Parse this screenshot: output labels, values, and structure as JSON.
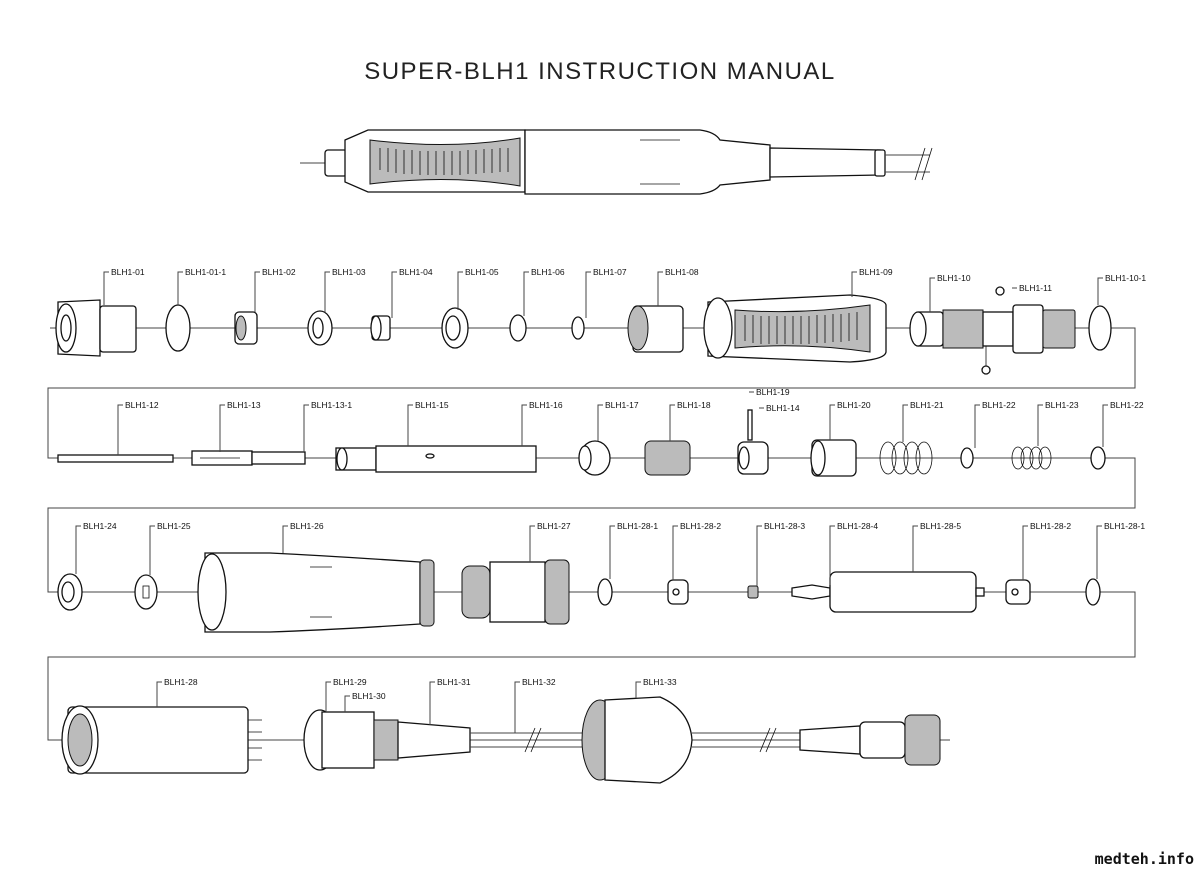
{
  "title": "SUPER-BLH1 INSTRUCTION MANUAL",
  "watermark": "medteh.info",
  "parts": {
    "row1": [
      "BLH1-01",
      "BLH1-01-1",
      "BLH1-02",
      "BLH1-03",
      "BLH1-04",
      "BLH1-05",
      "BLH1-06",
      "BLH1-07",
      "BLH1-08",
      "BLH1-09",
      "BLH1-10",
      "BLH1-11",
      "BLH1-10-1"
    ],
    "row2": [
      "BLH1-12",
      "BLH1-13",
      "BLH1-13-1",
      "BLH1-15",
      "BLH1-16",
      "BLH1-17",
      "BLH1-18",
      "BLH1-19",
      "BLH1-14",
      "BLH1-20",
      "BLH1-21",
      "BLH1-22",
      "BLH1-23",
      "BLH1-22"
    ],
    "row3": [
      "BLH1-24",
      "BLH1-25",
      "BLH1-26",
      "BLH1-27",
      "BLH1-28-1",
      "BLH1-28-2",
      "BLH1-28-3",
      "BLH1-28-4",
      "BLH1-28-5",
      "BLH1-28-2",
      "BLH1-28-1"
    ],
    "row4": [
      "BLH1-28",
      "BLH1-29",
      "BLH1-30",
      "BLH1-31",
      "BLH1-32",
      "BLH1-33"
    ]
  }
}
